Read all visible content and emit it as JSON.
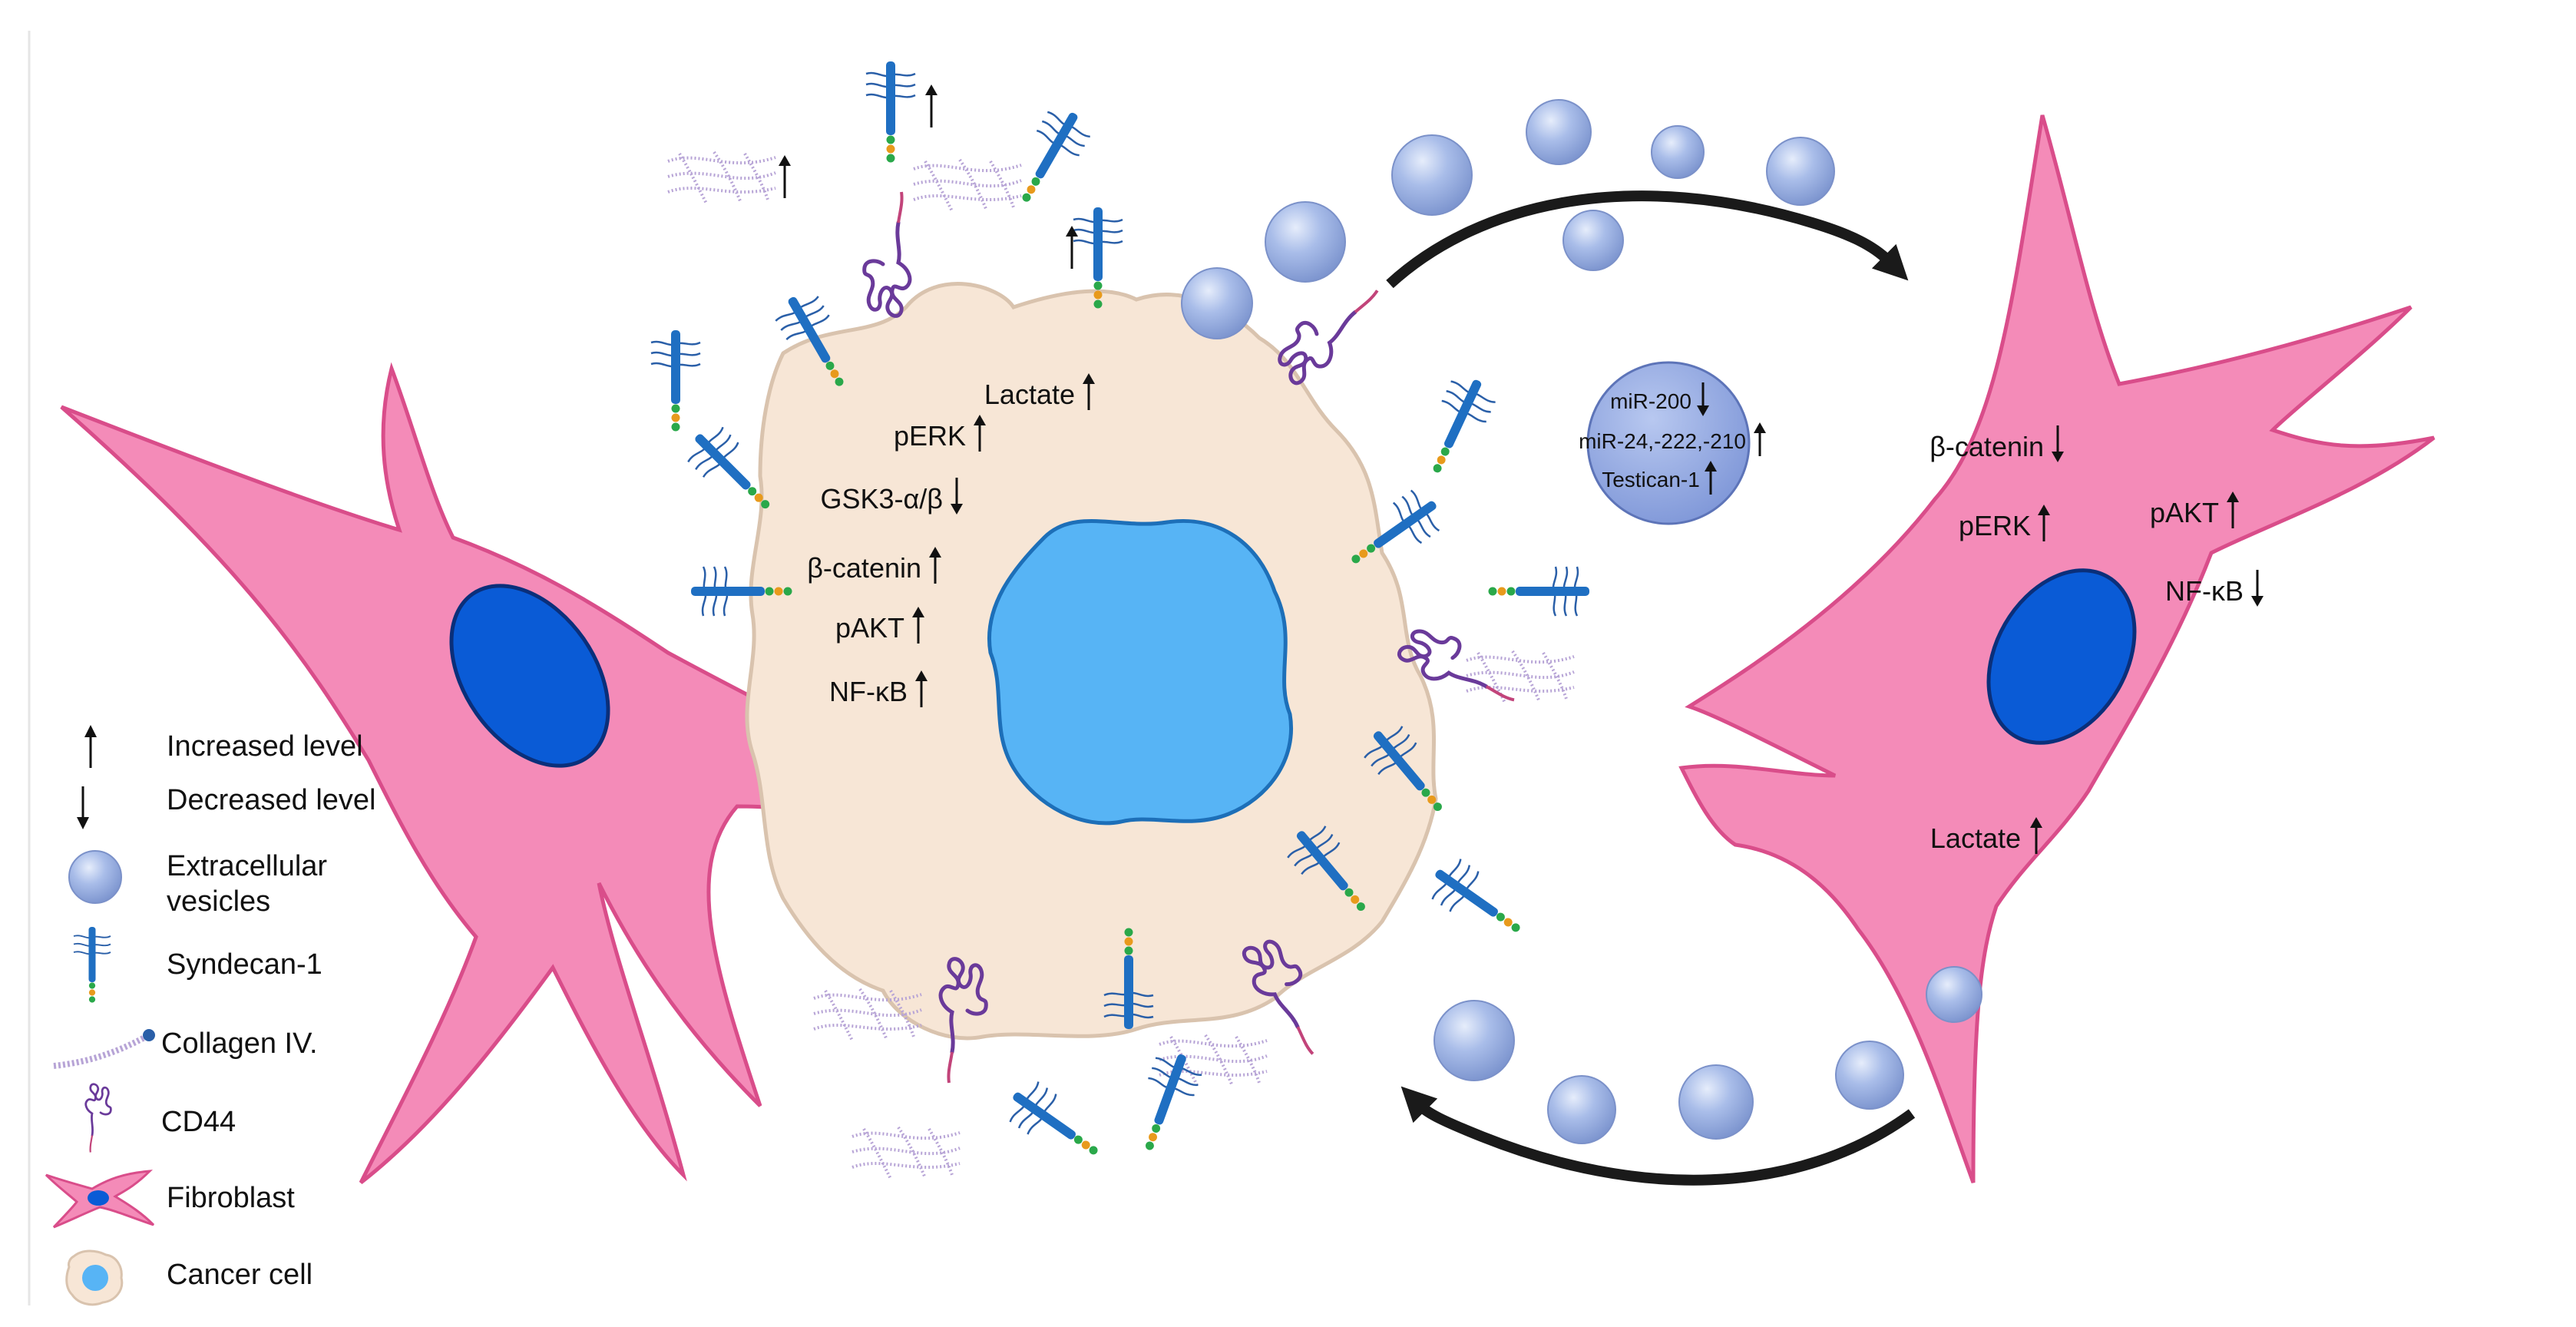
{
  "colors": {
    "fibroblast": "#f48bb8",
    "fibroblast_outline": "#d94d8a",
    "fibroblast_nucleus": "#0a5bd6",
    "cancer_cell": "#f7e6d6",
    "cancer_nucleus": "#57b4f5",
    "vesicle": "#9fb4e4",
    "syndecan": "#1f6fc2",
    "cd44": "#6a3a9a",
    "collagen": "#b7a4d6",
    "arrow": "#1a1a1a"
  },
  "cancer_cell": {
    "markers": [
      {
        "text": "Lactate",
        "dir": "up"
      },
      {
        "text": "pERK",
        "dir": "up"
      },
      {
        "text": "GSK3-α/β",
        "dir": "down"
      },
      {
        "text": "β-catenin",
        "dir": "up"
      },
      {
        "text": "pAKT",
        "dir": "up"
      },
      {
        "text": "NF-κB",
        "dir": "up"
      }
    ]
  },
  "vesicle_cargo": {
    "items": [
      {
        "text": "miR-200",
        "dir": "down"
      },
      {
        "text": "miR-24,-222,-210",
        "dir": "up"
      },
      {
        "text": "Testican-1",
        "dir": "up"
      }
    ]
  },
  "right_fibroblast": {
    "markers": [
      {
        "text": "β-catenin",
        "dir": "down"
      },
      {
        "text": "pERK",
        "dir": "up"
      },
      {
        "text": "pAKT",
        "dir": "up"
      },
      {
        "text": "NF-κB",
        "dir": "down"
      },
      {
        "text": "Lactate",
        "dir": "up"
      }
    ]
  },
  "ecm_changes": [
    {
      "dir": "up"
    },
    {
      "dir": "up"
    },
    {
      "dir": "up"
    }
  ],
  "legend": {
    "increased": "Increased level",
    "decreased": "Decreased level",
    "ev_line1": "Extracellular",
    "ev_line2": "vesicles",
    "syndecan": "Syndecan-1",
    "collagen": "Collagen IV.",
    "cd44": "CD44",
    "fibroblast": "Fibroblast",
    "cancer": "Cancer cell"
  }
}
